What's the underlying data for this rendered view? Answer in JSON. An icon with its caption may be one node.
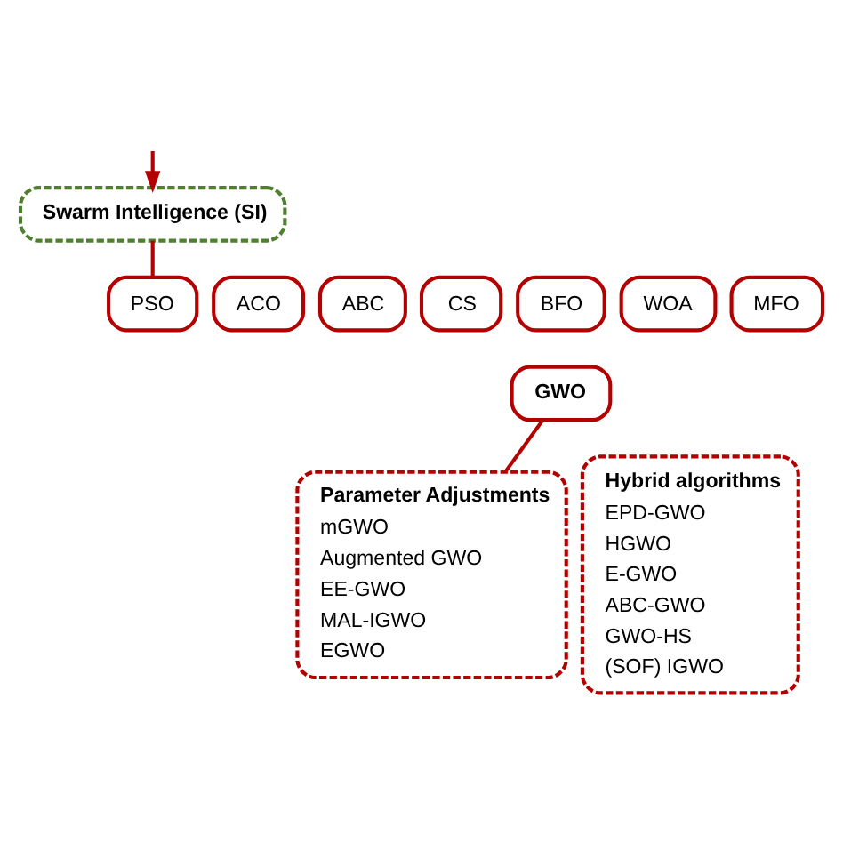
{
  "diagram": {
    "nodes": [
      {
        "text": [
          "Swarm Intelligence (SI)"
        ]
      },
      {
        "text": [
          "PSO"
        ]
      },
      {
        "text": [
          "ACO"
        ]
      },
      {
        "text": [
          "ABC"
        ]
      },
      {
        "text": [
          "CS"
        ]
      },
      {
        "text": [
          "BFO"
        ]
      },
      {
        "text": [
          "WOA"
        ]
      },
      {
        "text": [
          "MFO"
        ]
      },
      {
        "text": [
          "GWO"
        ]
      },
      {
        "text": [
          "Parameter Adjustments",
          "mGWO",
          "Augmented GWO",
          "EE-GWO",
          "MAL-IGWO",
          "EGWO"
        ]
      },
      {
        "text": [
          "Hybrid algorithms",
          "EPD-GWO",
          "HGWO",
          "E-GWO",
          "ABC-GWO",
          "GWO-HS",
          "(SOF) IGWO"
        ]
      }
    ],
    "edges": [
      {
        "from": null,
        "to": 0,
        "arrow": "to"
      },
      {
        "from": 0,
        "to": 1,
        "arrow": "none"
      },
      {
        "from": 8,
        "to": 9,
        "arrow": "none"
      }
    ]
  }
}
